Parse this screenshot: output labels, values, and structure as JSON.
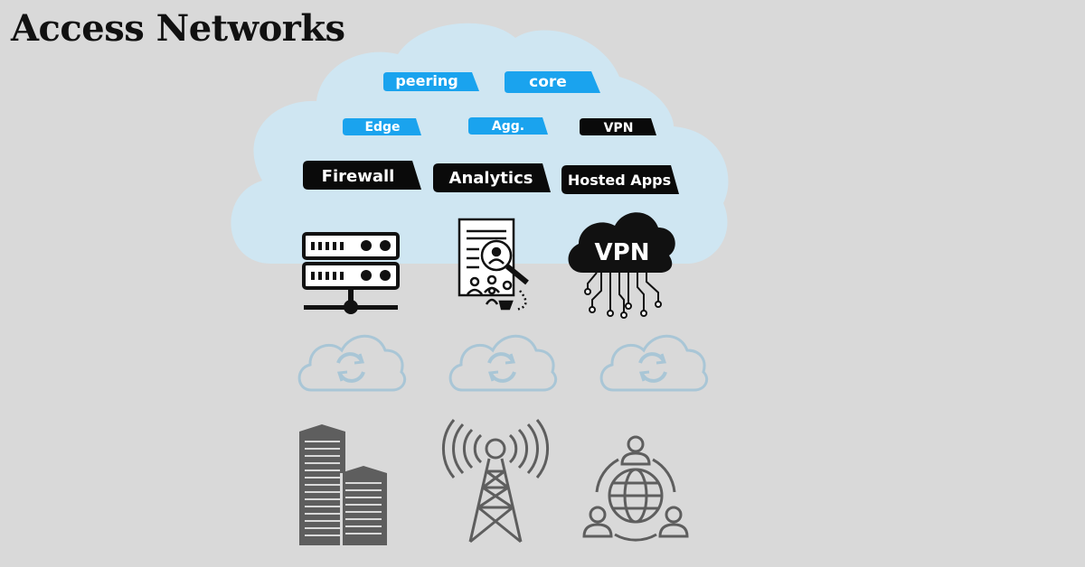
{
  "title": "Access Networks",
  "colors": {
    "background": "#d9d9d9",
    "cloud": "#cfe6f2",
    "blue_tag": "#1aa3ee",
    "black_tag": "#0a0a0a",
    "sync_cloud": "#a9c6d6",
    "icon_dark": "#111111",
    "icon_gray": "#5e5e5e"
  },
  "tags": [
    {
      "id": "peering",
      "label": "peering",
      "style": "blue"
    },
    {
      "id": "core",
      "label": "core",
      "style": "blue"
    },
    {
      "id": "edge",
      "label": "Edge",
      "style": "blue"
    },
    {
      "id": "agg",
      "label": "Agg.",
      "style": "blue"
    },
    {
      "id": "vpn",
      "label": "VPN",
      "style": "black"
    },
    {
      "id": "firewall",
      "label": "Firewall",
      "style": "black"
    },
    {
      "id": "analytics",
      "label": "Analytics",
      "style": "black"
    },
    {
      "id": "hosted",
      "label": "Hosted Apps",
      "style": "black"
    }
  ],
  "icons": {
    "service_row": [
      "server-rack-icon",
      "analytics-report-icon",
      "vpn-cloud-icon"
    ],
    "sync_row": [
      "cloud-sync-icon",
      "cloud-sync-icon",
      "cloud-sync-icon"
    ],
    "access_row": [
      "office-buildings-icon",
      "cell-tower-icon",
      "global-users-icon"
    ]
  },
  "vpn_icon_text": "VPN"
}
